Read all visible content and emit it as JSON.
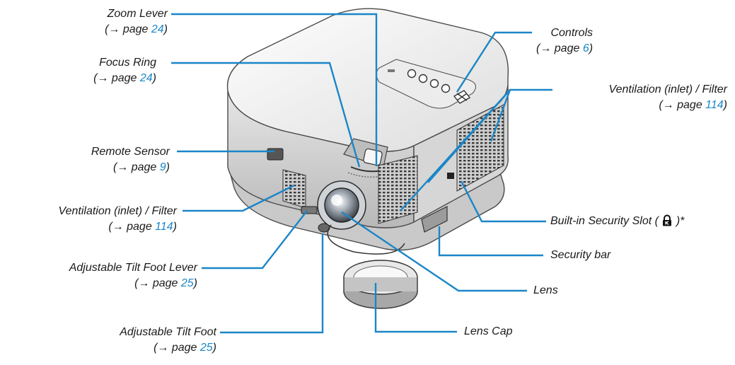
{
  "page_ref": {
    "arrow": "(→ page ",
    "close": ")"
  },
  "callouts": {
    "zoom_lever": {
      "label": "Zoom Lever",
      "page": "24"
    },
    "focus_ring": {
      "label": "Focus Ring",
      "page": "24"
    },
    "remote_sensor": {
      "label": "Remote Sensor",
      "page": "9"
    },
    "ventilation_left": {
      "label": "Ventilation (inlet) / Filter",
      "page": "114"
    },
    "tilt_foot_lever": {
      "label": "Adjustable Tilt Foot Lever",
      "page": "25"
    },
    "tilt_foot": {
      "label": "Adjustable Tilt Foot",
      "page": "25"
    },
    "controls": {
      "label": "Controls",
      "page": "6"
    },
    "ventilation_right": {
      "label": "Ventilation (inlet) / Filter",
      "page": "114"
    },
    "security_slot": {
      "label_prefix": "Built-in Security Slot (",
      "label_suffix": ")*"
    },
    "security_bar": {
      "label": "Security bar"
    },
    "lens": {
      "label": "Lens"
    },
    "lens_cap": {
      "label": "Lens Cap"
    }
  },
  "colors": {
    "leader_line": "#1a86c8",
    "page_number": "#1a86c8",
    "projector_body": "#f4f4f4",
    "projector_outline": "#4a4a4a"
  }
}
